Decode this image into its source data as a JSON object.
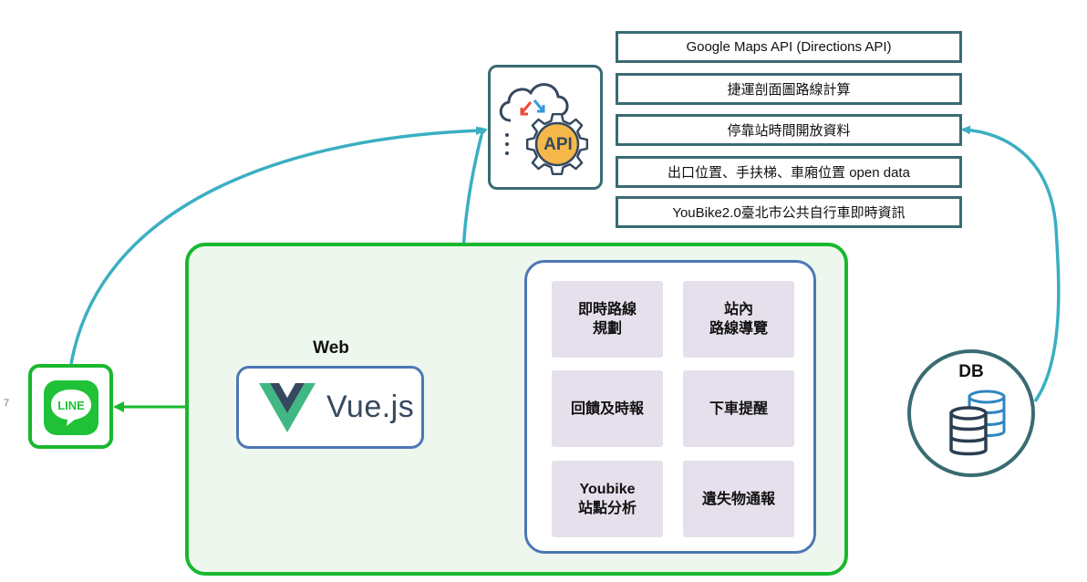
{
  "api_sources": [
    "Google Maps API (Directions API)",
    "捷運剖面圖路線計算",
    "停靠站時間開放資料",
    "出口位置、手扶梯、車廂位置 open data",
    "YouBike2.0臺北市公共自行車即時資訊"
  ],
  "api_icon_text": "API",
  "web_label": "Web",
  "vue_text": "Vue.js",
  "features": [
    "即時路線\n規劃",
    "站內\n路線導覽",
    "回饋及時報",
    "下車提醒",
    "Youbike\n站點分析",
    "遺失物通報"
  ],
  "line_text": "LINE",
  "db_label": "DB",
  "page_number": "7",
  "colors": {
    "green": "#19b82e",
    "teal_arrow": "#3aafc2",
    "box_border": "#3a6b72",
    "blue_border": "#4d77b5",
    "feature_bg": "#e6e0ec",
    "web_bg": "#eef7ee"
  }
}
